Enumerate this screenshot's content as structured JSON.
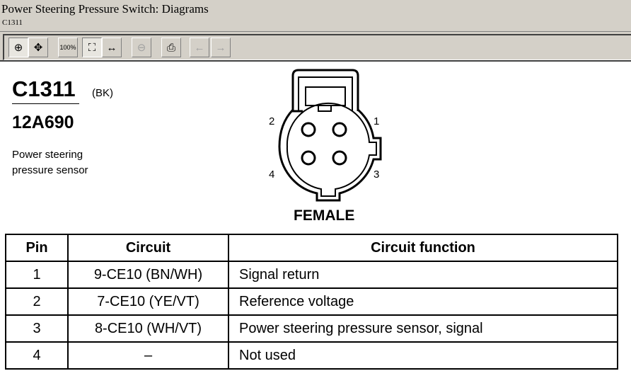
{
  "window": {
    "title": "Power Steering Pressure Switch:  Diagrams",
    "subtitle": "C1311"
  },
  "toolbar": [
    {
      "name": "zoom-in-button",
      "icon": "⊕",
      "pressed": true,
      "disabled": false
    },
    {
      "name": "pan-button",
      "icon": "✥",
      "pressed": false,
      "disabled": false
    },
    {
      "name": "zoom-100-button",
      "icon": "100%",
      "pressed": false,
      "disabled": false
    },
    {
      "name": "zoom-fit-button",
      "icon": "⛶",
      "pressed": true,
      "disabled": false
    },
    {
      "name": "zoom-width-button",
      "icon": "↔",
      "pressed": false,
      "disabled": false
    },
    {
      "name": "zoom-out-button",
      "icon": "⊖",
      "pressed": false,
      "disabled": true
    },
    {
      "name": "print-button",
      "icon": "⎙",
      "pressed": false,
      "disabled": false
    },
    {
      "name": "previous-button",
      "icon": "←",
      "pressed": false,
      "disabled": true
    },
    {
      "name": "next-button",
      "icon": "→",
      "pressed": false,
      "disabled": true
    }
  ],
  "connector": {
    "id": "C1311",
    "color": "(BK)",
    "part": "12A690",
    "description_line1": "Power steering",
    "description_line2": "pressure sensor",
    "gender": "FEMALE",
    "pin_labels": [
      "1",
      "2",
      "3",
      "4"
    ]
  },
  "table": {
    "headers": [
      "Pin",
      "Circuit",
      "Circuit function"
    ],
    "rows": [
      {
        "pin": "1",
        "circuit": "9-CE10 (BN/WH)",
        "function": "Signal return"
      },
      {
        "pin": "2",
        "circuit": "7-CE10 (YE/VT)",
        "function": "Reference voltage"
      },
      {
        "pin": "3",
        "circuit": "8-CE10 (WH/VT)",
        "function": "Power steering pressure sensor, signal"
      },
      {
        "pin": "4",
        "circuit": "–",
        "function": "Not used"
      }
    ]
  }
}
